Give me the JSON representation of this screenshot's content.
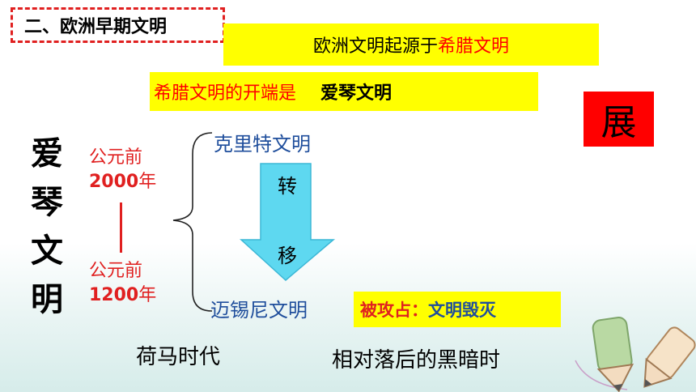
{
  "section_title": "二、欧洲早期文明",
  "origin": {
    "prefix": "欧洲文明起源于",
    "highlight": "希腊文明"
  },
  "start": {
    "prefix": "希腊文明的开端是",
    "answer": "爱琴文明"
  },
  "expand_button": "展",
  "aegean_vertical": [
    "爱",
    "琴",
    "文",
    "明"
  ],
  "date_start": {
    "label": "公元前",
    "year": "2000",
    "unit": "年"
  },
  "date_end": {
    "label": "公元前",
    "year": "1200",
    "unit": "年"
  },
  "crete": "克里特文明",
  "mycenae": "迈锡尼文明",
  "shift": [
    "转",
    "移"
  ],
  "conquered": {
    "prefix": "被攻占：",
    "result": "文明毁灭"
  },
  "homer_age": "荷马时代",
  "dark_age": "相对落后的黑暗时"
}
